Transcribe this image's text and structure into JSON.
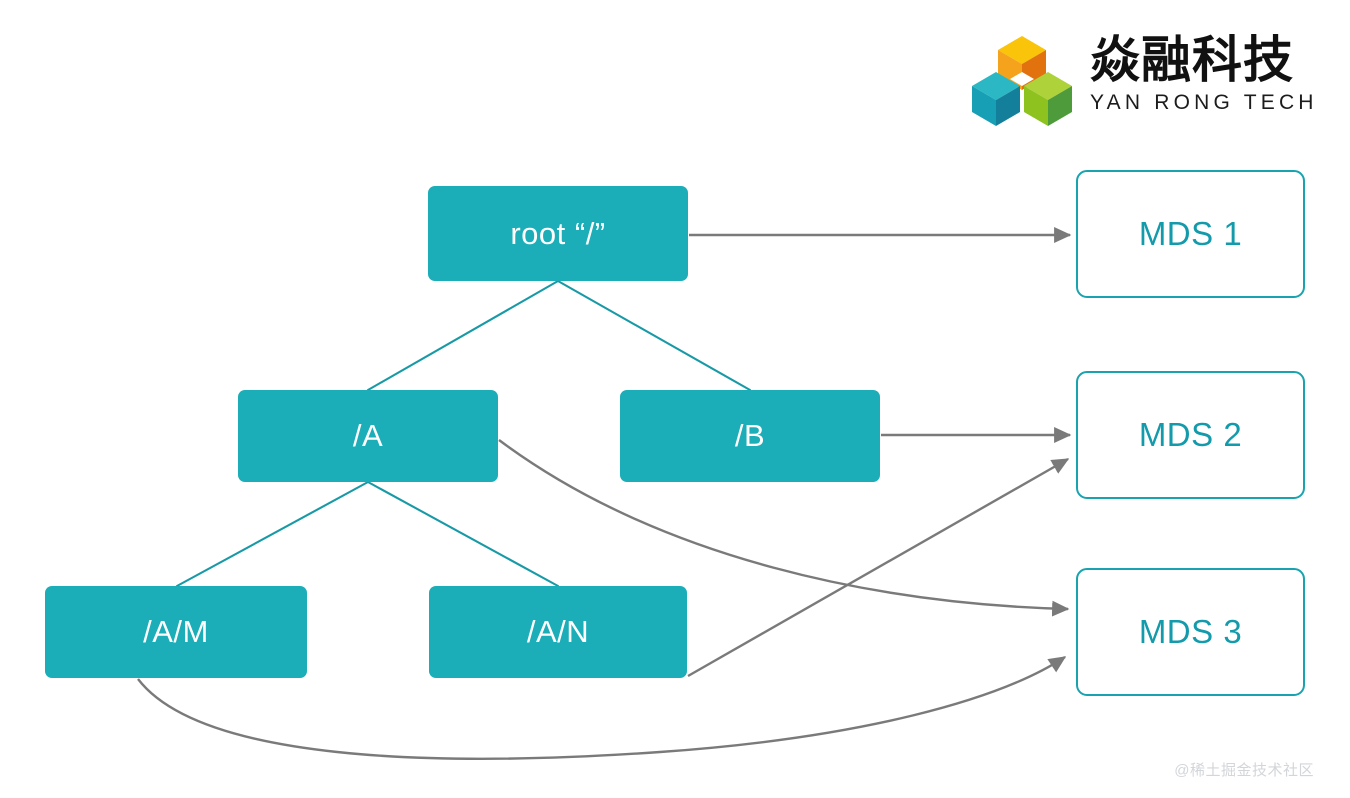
{
  "brand": {
    "logo_icon": "hexagon-cube-logo-icon",
    "name_cn": "焱融科技",
    "name_en": "YAN RONG TECH",
    "colors": {
      "orange": "#F5A21C",
      "orange_dark": "#E2720E",
      "yellow": "#F9C40A",
      "teal": "#1B9AAD",
      "teal_light": "#2BB8C4",
      "teal_dark": "#187C93",
      "green": "#8DC21F",
      "green_dark": "#4E9B3B"
    }
  },
  "theme": {
    "node_fill": "#1BAEB8",
    "node_text": "#FFFFFF",
    "mds_border": "#19A3AE",
    "mds_text": "#139AAB",
    "edge_tree": "#189AA6",
    "edge_arrow": "#7A7A7A",
    "background": "#FFFFFF"
  },
  "diagram": {
    "type": "tree-mapping",
    "tree_nodes": [
      {
        "id": "root",
        "label": "root “/”"
      },
      {
        "id": "a",
        "label": "/A"
      },
      {
        "id": "b",
        "label": "/B"
      },
      {
        "id": "am",
        "label": "/A/M"
      },
      {
        "id": "an",
        "label": "/A/N"
      }
    ],
    "mds_nodes": [
      {
        "id": "mds1",
        "label": "MDS 1"
      },
      {
        "id": "mds2",
        "label": "MDS 2"
      },
      {
        "id": "mds3",
        "label": "MDS 3"
      }
    ],
    "tree_edges": [
      {
        "from": "root",
        "to": "a"
      },
      {
        "from": "root",
        "to": "b"
      },
      {
        "from": "a",
        "to": "am"
      },
      {
        "from": "a",
        "to": "an"
      }
    ],
    "mapping_edges": [
      {
        "from": "root",
        "to": "mds1",
        "style": "straight"
      },
      {
        "from": "b",
        "to": "mds2",
        "style": "straight"
      },
      {
        "from": "an",
        "to": "mds2",
        "style": "straight"
      },
      {
        "from": "a",
        "to": "mds3",
        "style": "curved"
      },
      {
        "from": "am",
        "to": "mds3",
        "style": "curved"
      }
    ]
  },
  "watermark": {
    "text": "@稀土掘金技术社区"
  }
}
